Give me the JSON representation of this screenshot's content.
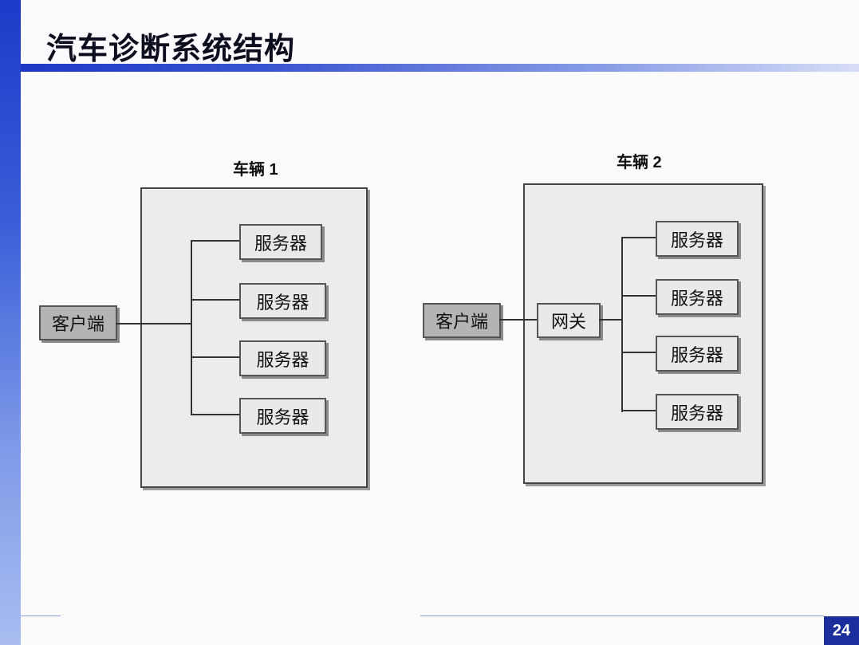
{
  "slide": {
    "title": "汽车诊断系统结构",
    "page_number": "24"
  },
  "vehicle1": {
    "label": "车辆 1",
    "client": "客户端",
    "servers": [
      "服务器",
      "服务器",
      "服务器",
      "服务器"
    ]
  },
  "vehicle2": {
    "label": "车辆 2",
    "client": "客户端",
    "gateway": "网关",
    "servers": [
      "服务器",
      "服务器",
      "服务器",
      "服务器"
    ]
  }
}
